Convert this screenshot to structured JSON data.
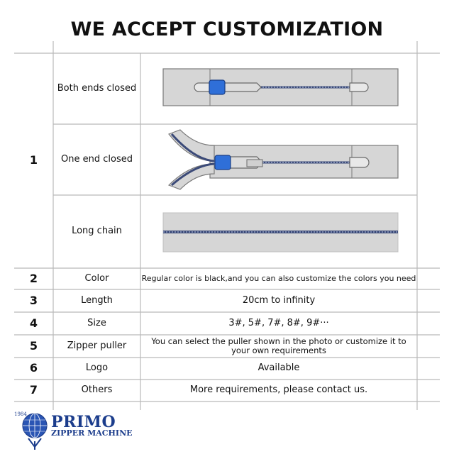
{
  "title": "WE ACCEPT CUSTOMIZATION",
  "rows": [
    {
      "num": "1",
      "label": "Both ends closed"
    },
    {
      "num": "",
      "label": "One end closed"
    },
    {
      "num": "",
      "label": "Long chain"
    },
    {
      "num": "2",
      "label": "Color",
      "value": "Regular color is black,and you can also customize the colors you need"
    },
    {
      "num": "3",
      "label": "Length",
      "value": "20cm to infinity"
    },
    {
      "num": "4",
      "label": "Size",
      "value": "3#, 5#, 7#, 8#, 9#···"
    },
    {
      "num": "5",
      "label": "Zipper puller",
      "value": "You can select the puller shown in the photo or customize it to your own requirements"
    },
    {
      "num": "6",
      "label": "Logo",
      "value": "Available"
    },
    {
      "num": "7",
      "label": "Others",
      "value": "More requirements, please contact us."
    }
  ],
  "brand": {
    "name": "PRIMO",
    "sub": "ZIPPER MACHINE",
    "year": "1984"
  },
  "colors": {
    "tape": "#d6d6d6",
    "puller": "#2f6fd8",
    "chain": "#3b4a78",
    "brand": "#1c3d8c",
    "grid": "#b9b9b9"
  }
}
